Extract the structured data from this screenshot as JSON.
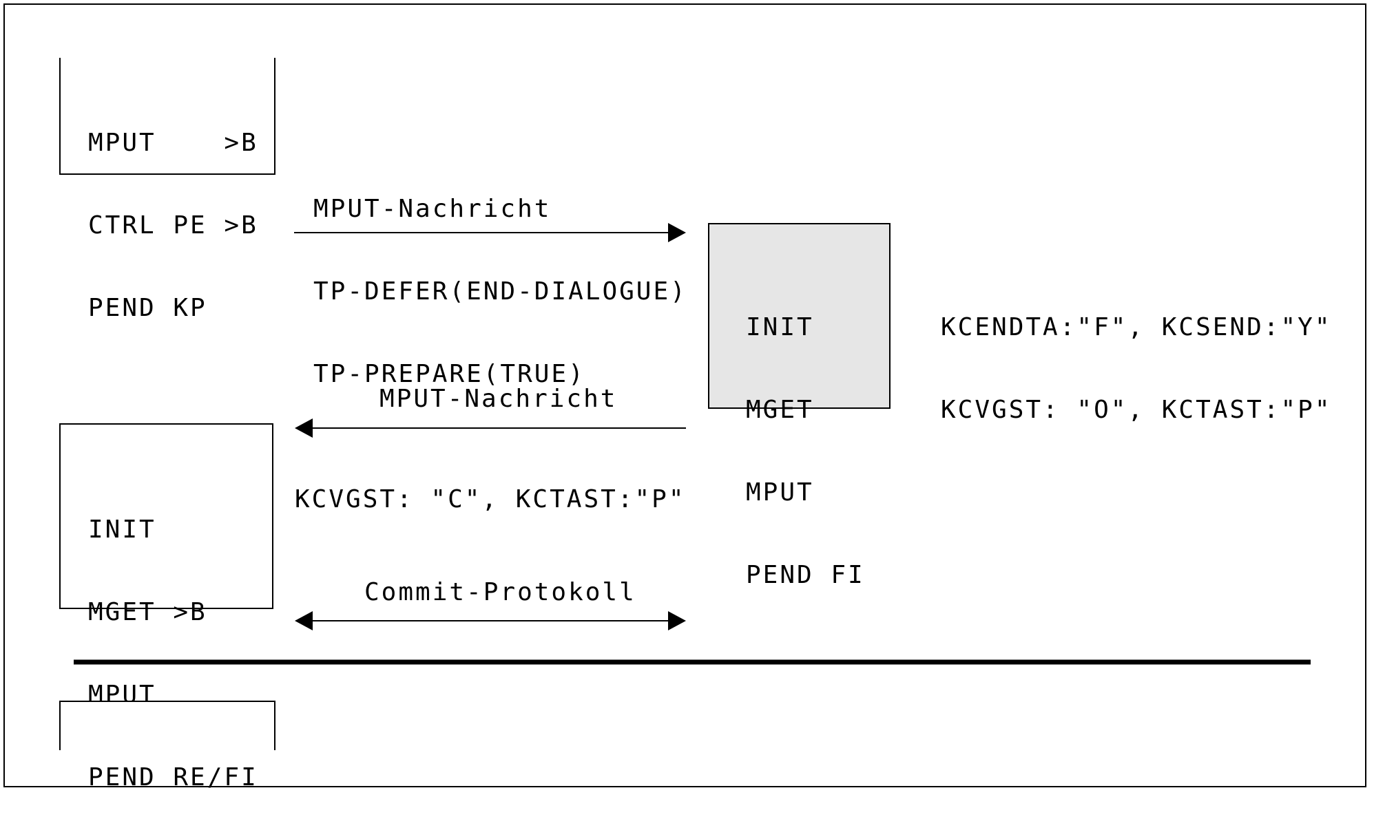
{
  "colors": {
    "line": "#000000",
    "background": "#ffffff",
    "shaded_box": "#e6e6e6"
  },
  "top_left_box": {
    "lines": [
      "MPUT    >B",
      "CTRL PE >B",
      "PEND KP"
    ]
  },
  "message_1": {
    "lines": [
      "MPUT-Nachricht",
      "TP-DEFER(END-DIALOGUE)",
      "TP-PREPARE(TRUE)"
    ]
  },
  "right_box": {
    "lines": [
      "INIT",
      "MGET",
      "MPUT",
      "PEND FI"
    ]
  },
  "right_status": {
    "lines": [
      "KCENDTA:\"F\", KCSEND:\"Y\"",
      "KCVGST: \"O\", KCTAST:\"P\""
    ]
  },
  "message_2": {
    "label": "MPUT-Nachricht"
  },
  "middle_left_box": {
    "lines": [
      "INIT",
      "MGET >B",
      "MPUT",
      "PEND RE/FI"
    ]
  },
  "left_status": {
    "label": "KCVGST: \"C\", KCTAST:\"P\""
  },
  "commit": {
    "label": "Commit-Protokoll"
  }
}
